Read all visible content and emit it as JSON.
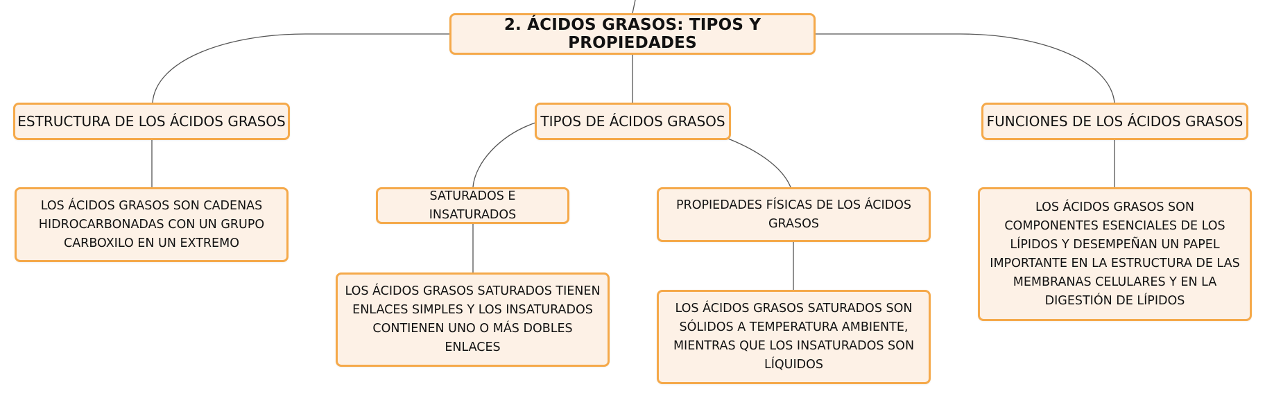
{
  "diagram": {
    "root": {
      "label": "2. ÁCIDOS GRASOS: TIPOS Y PROPIEDADES"
    },
    "branches": {
      "estructura": {
        "label": "ESTRUCTURA DE LOS ÁCIDOS GRASOS",
        "detail": "LOS ÁCIDOS GRASOS SON CADENAS HIDROCARBONADAS CON UN GRUPO CARBOXILO EN UN EXTREMO"
      },
      "tipos": {
        "label": "TIPOS DE ÁCIDOS GRASOS",
        "children": {
          "saturados": {
            "label": "SATURADOS E INSATURADOS",
            "detail": "LOS ÁCIDOS GRASOS SATURADOS TIENEN ENLACES SIMPLES Y LOS INSATURADOS CONTIENEN UNO O MÁS DOBLES ENLACES"
          },
          "propiedades": {
            "label": "PROPIEDADES FÍSICAS DE LOS ÁCIDOS GRASOS",
            "detail": "LOS ÁCIDOS GRASOS SATURADOS SON SÓLIDOS A TEMPERATURA AMBIENTE, MIENTRAS QUE LOS INSATURADOS SON LÍQUIDOS"
          }
        }
      },
      "funciones": {
        "label": "FUNCIONES DE LOS ÁCIDOS GRASOS",
        "detail": "LOS ÁCIDOS GRASOS SON COMPONENTES ESENCIALES DE LOS LÍPIDOS Y DESEMPEÑAN UN PAPEL IMPORTANTE EN LA ESTRUCTURA DE LAS MEMBRANAS CELULARES Y EN LA DIGESTIÓN DE LÍPIDOS"
      }
    },
    "colors": {
      "node_fill": "#fdf1e6",
      "node_border": "#f5a94a",
      "connector": "#555555",
      "text": "#111111"
    }
  }
}
